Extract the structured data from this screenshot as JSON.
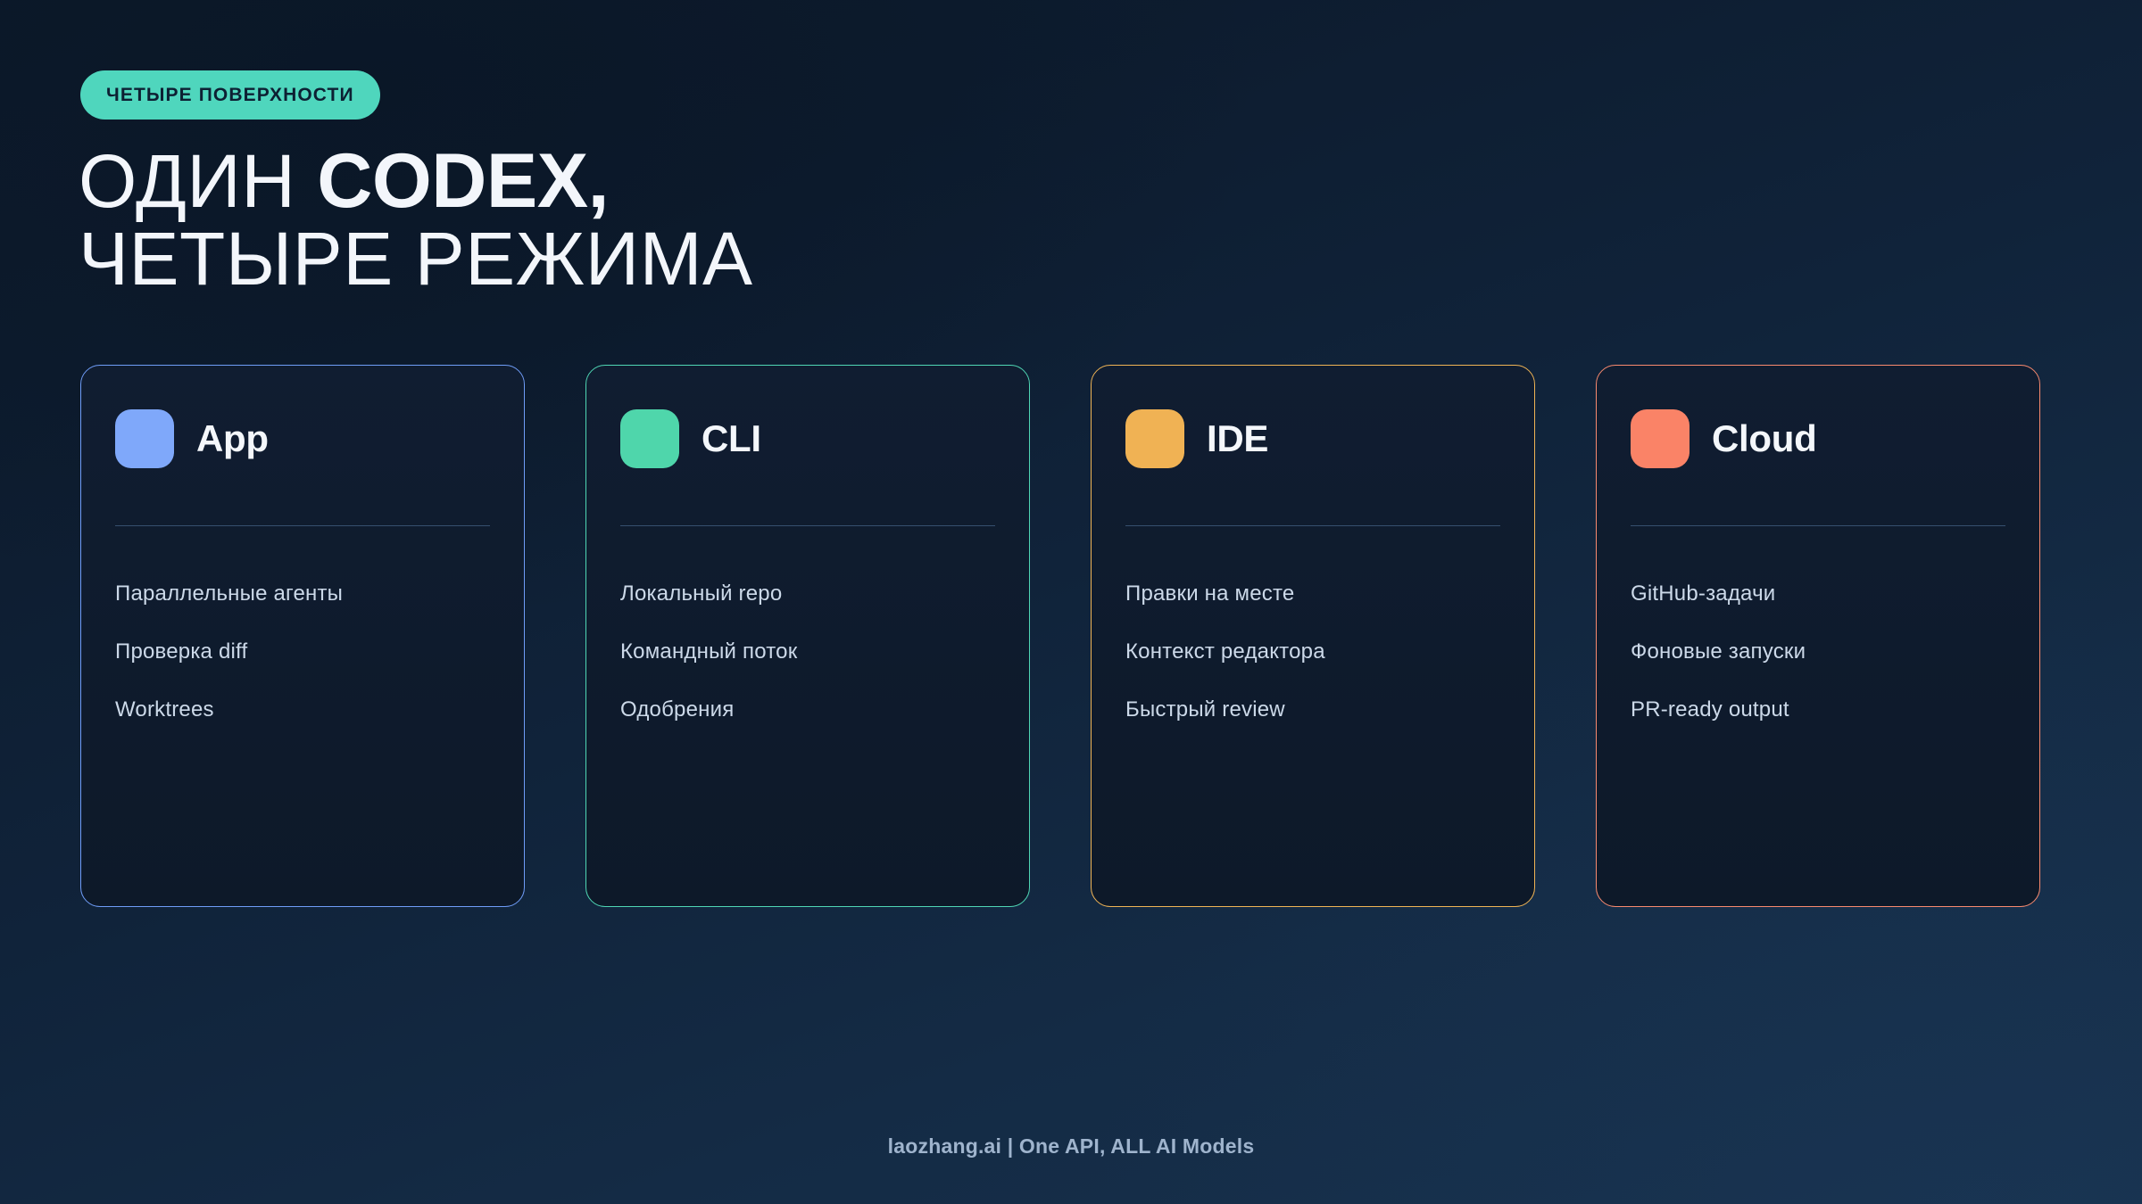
{
  "badge": {
    "label": "ЧЕТЫРЕ ПОВЕРХНОСТИ",
    "bg": "#4fd6bd",
    "fg": "#0d2033"
  },
  "title": {
    "line1_light": "ОДИН ",
    "line1_strong": "CODEX,",
    "line2": "ЧЕТЫРЕ РЕЖИМА"
  },
  "cards": [
    {
      "name": "App",
      "accent": "#6f9df8",
      "icon_color": "#7fa8fa",
      "icon_name": "app-surface-icon",
      "items": [
        "Параллельные агенты",
        "Проверка diff",
        "Worktrees"
      ]
    },
    {
      "name": "CLI",
      "accent": "#4fd6b4",
      "icon_color": "#4fd6ab",
      "icon_name": "cli-surface-icon",
      "items": [
        "Локальный repo",
        "Командный поток",
        "Одобрения"
      ]
    },
    {
      "name": "IDE",
      "accent": "#f0b455",
      "icon_color": "#f0b254",
      "icon_name": "ide-surface-icon",
      "items": [
        "Правки на месте",
        "Контекст редактора",
        "Быстрый review"
      ]
    },
    {
      "name": "Cloud",
      "accent": "#f98a6f",
      "icon_color": "#fa8367",
      "icon_name": "cloud-surface-icon",
      "items": [
        "GitHub-задачи",
        "Фоновые запуски",
        "PR-ready output"
      ]
    }
  ],
  "footer": {
    "text": "laozhang.ai | One API, ALL AI Models"
  },
  "theme": {
    "background_top": "#0c1a2b",
    "background_bottom": "#17314d",
    "card_bg": "#101d31",
    "title_color": "#f3f6fb",
    "list_text_color": "#ccd9e9",
    "divider_color": "rgba(110,150,200,.42)"
  }
}
